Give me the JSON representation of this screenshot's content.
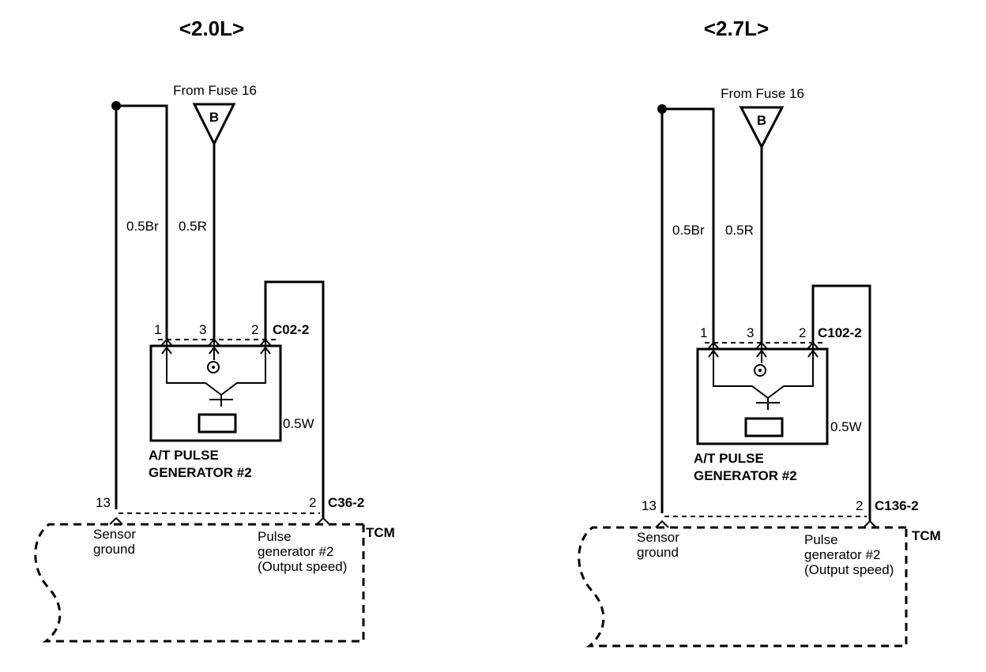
{
  "diagrams": [
    {
      "title": "<2.0L>",
      "fuse_label": "From Fuse 16",
      "fuse_symbol": "B",
      "wire_br": "0.5Br",
      "wire_r": "0.5R",
      "wire_w": "0.5W",
      "pin_1": "1",
      "pin_3": "3",
      "pin_2": "2",
      "connector_gen": "C02-2",
      "component_line1": "A/T PULSE",
      "component_line2": "GENERATOR #2",
      "tcm_pin_13": "13",
      "tcm_pin_2": "2",
      "connector_tcm": "C36-2",
      "tcm_label": "TCM",
      "sensor_line1": "Sensor",
      "sensor_line2": "ground",
      "pulse_line1": "Pulse",
      "pulse_line2": "generator #2",
      "pulse_line3": "(Output speed)"
    },
    {
      "title": "<2.7L>",
      "fuse_label": "From Fuse 16",
      "fuse_symbol": "B",
      "wire_br": "0.5Br",
      "wire_r": "0.5R",
      "wire_w": "0.5W",
      "pin_1": "1",
      "pin_3": "3",
      "pin_2": "2",
      "connector_gen": "C102-2",
      "component_line1": "A/T PULSE",
      "component_line2": "GENERATOR #2",
      "tcm_pin_13": "13",
      "tcm_pin_2": "2",
      "connector_tcm": "C136-2",
      "tcm_label": "TCM",
      "sensor_line1": "Sensor",
      "sensor_line2": "ground",
      "pulse_line1": "Pulse",
      "pulse_line2": "generator #2",
      "pulse_line3": "(Output speed)"
    }
  ]
}
